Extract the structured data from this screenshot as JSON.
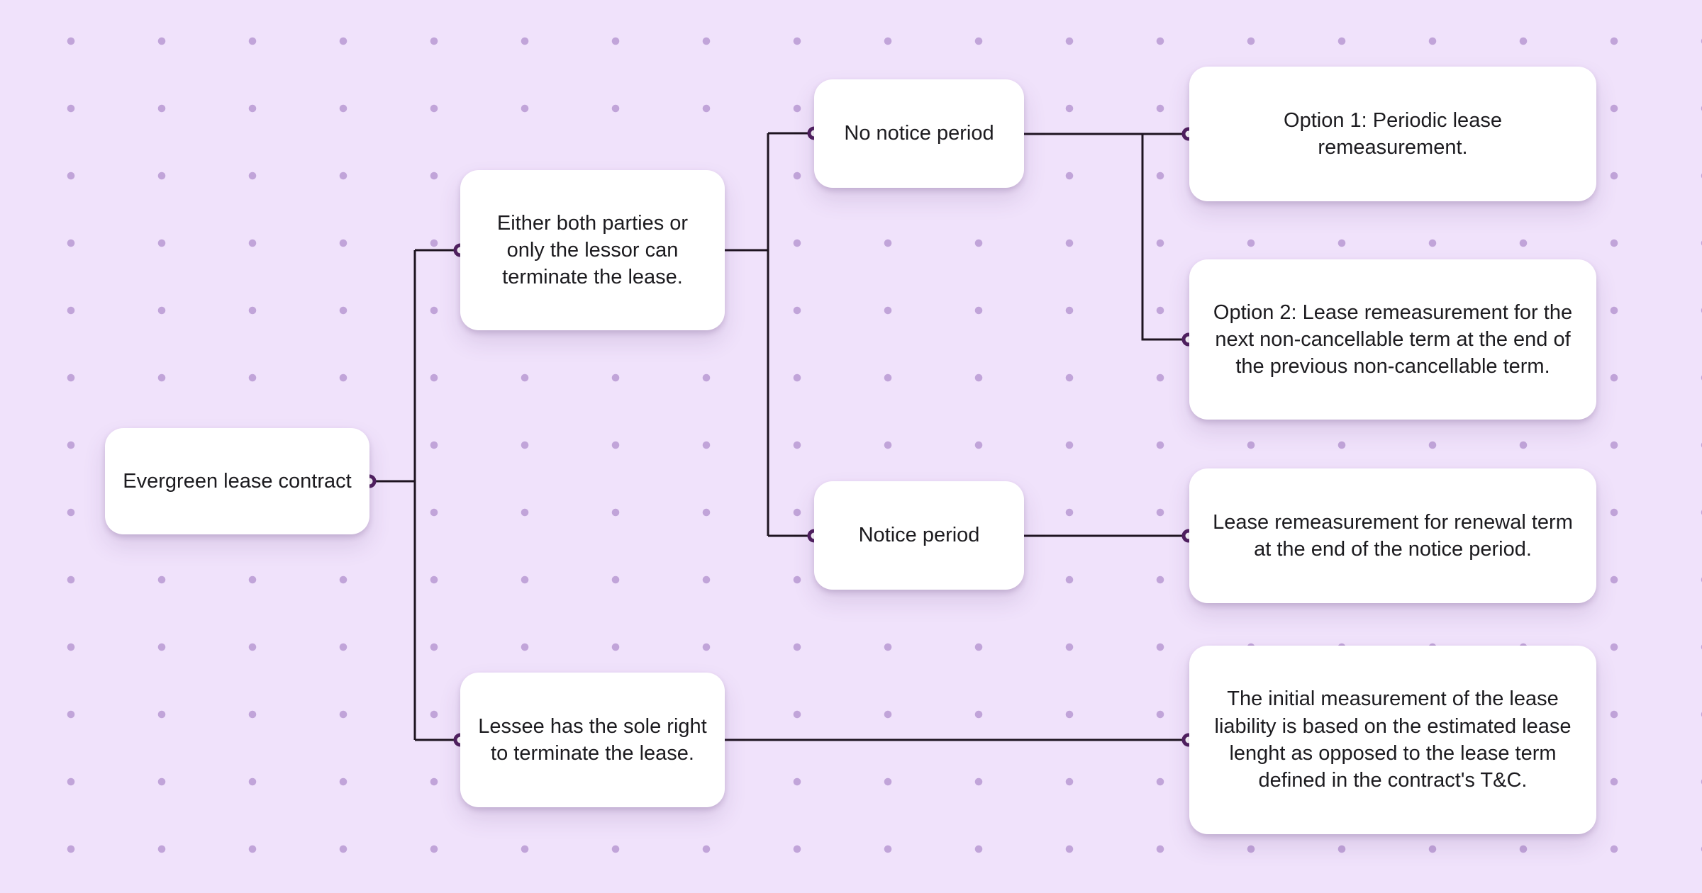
{
  "canvas": {
    "background_color": "#f0e2fb",
    "dot_color": "#c1a4d9",
    "line_color": "#1e1420",
    "connector_ring_color": "#4f1f5e",
    "node_background": "#ffffff",
    "text_color": "#1c1b1f"
  },
  "diagram": {
    "nodes": {
      "evergreen": {
        "label": "Evergreen lease contract"
      },
      "either": {
        "label": "Either both parties or only the lessor can terminate the lease."
      },
      "no_notice": {
        "label": "No notice period"
      },
      "notice": {
        "label": "Notice period"
      },
      "option1": {
        "label": "Option 1: Periodic lease remeasurement."
      },
      "option2": {
        "label": "Option 2: Lease remeasurement for the next non-cancellable term at the end of the previous non-cancellable term."
      },
      "renewal": {
        "label": "Lease remeasurement for renewal term at the end of the notice period."
      },
      "lessee": {
        "label": "Lessee has the sole right to terminate the lease."
      },
      "initial": {
        "label": "The initial measurement of the lease liability is based on the estimated lease lenght as opposed to the lease term defined in the contract's T&C."
      }
    },
    "edges": [
      {
        "from": "evergreen",
        "to": "either"
      },
      {
        "from": "evergreen",
        "to": "lessee"
      },
      {
        "from": "either",
        "to": "no_notice"
      },
      {
        "from": "either",
        "to": "notice"
      },
      {
        "from": "no_notice",
        "to": "option1"
      },
      {
        "from": "no_notice",
        "to": "option2"
      },
      {
        "from": "notice",
        "to": "renewal"
      },
      {
        "from": "lessee",
        "to": "initial"
      }
    ]
  }
}
